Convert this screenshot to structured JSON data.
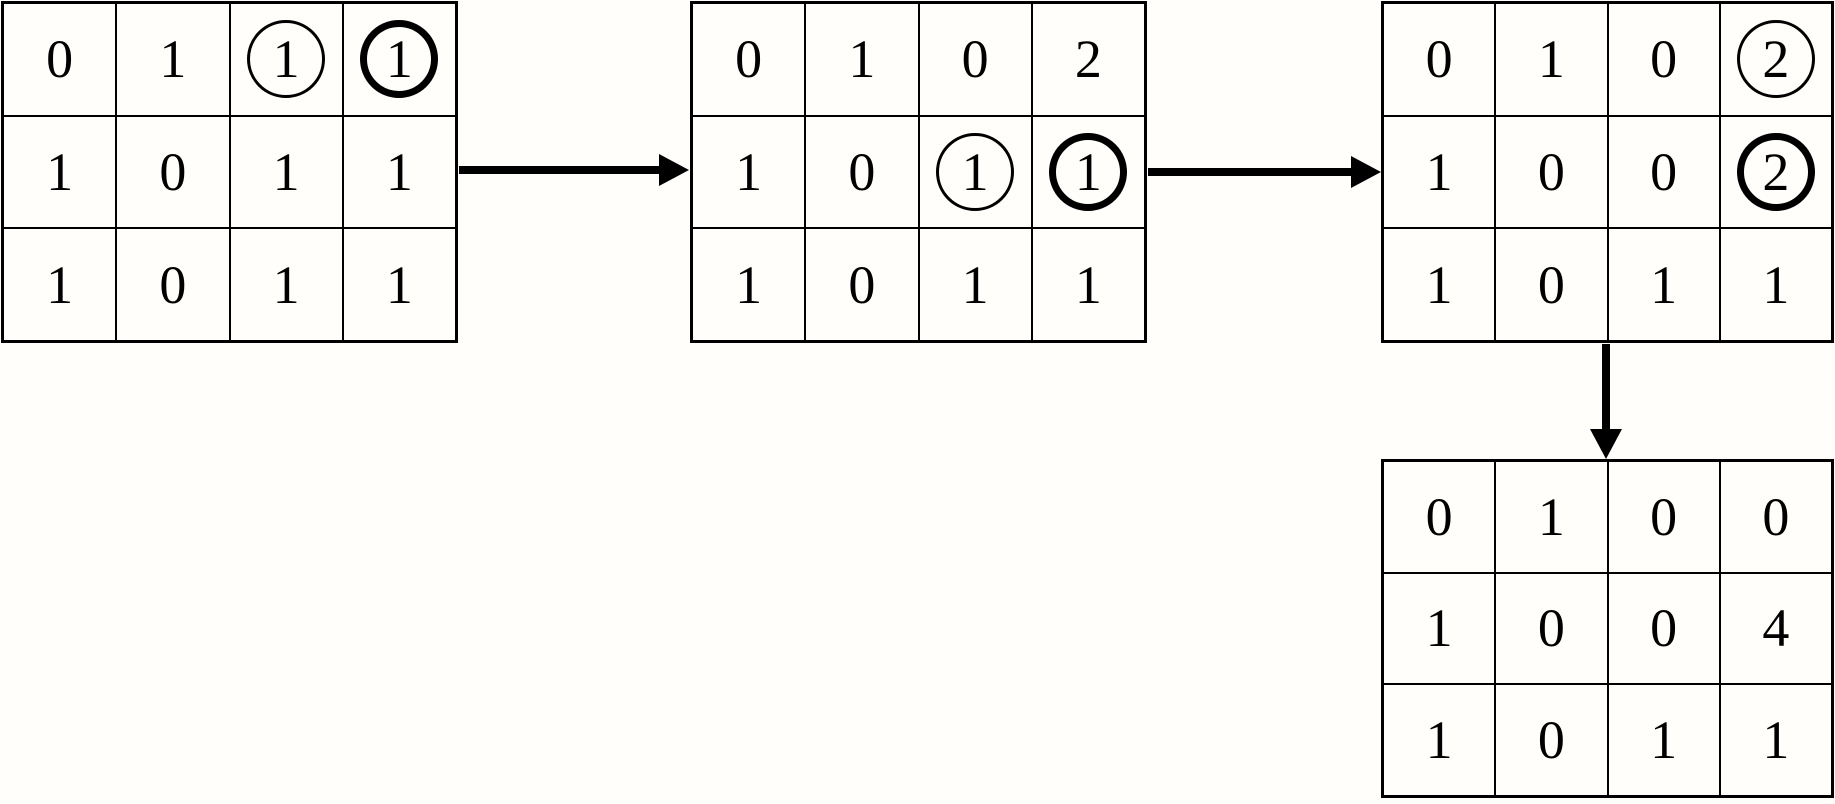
{
  "colors": {
    "ink": "#000000",
    "background": "#fffefb"
  },
  "grids": [
    {
      "cells": [
        {
          "v": "0"
        },
        {
          "v": "1"
        },
        {
          "v": "1",
          "circle": "thin"
        },
        {
          "v": "1",
          "circle": "bold"
        },
        {
          "v": "1"
        },
        {
          "v": "0"
        },
        {
          "v": "1"
        },
        {
          "v": "1"
        },
        {
          "v": "1"
        },
        {
          "v": "0"
        },
        {
          "v": "1"
        },
        {
          "v": "1"
        }
      ]
    },
    {
      "cells": [
        {
          "v": "0"
        },
        {
          "v": "1"
        },
        {
          "v": "0"
        },
        {
          "v": "2"
        },
        {
          "v": "1"
        },
        {
          "v": "0"
        },
        {
          "v": "1",
          "circle": "thin"
        },
        {
          "v": "1",
          "circle": "bold"
        },
        {
          "v": "1"
        },
        {
          "v": "0"
        },
        {
          "v": "1"
        },
        {
          "v": "1"
        }
      ]
    },
    {
      "cells": [
        {
          "v": "0"
        },
        {
          "v": "1"
        },
        {
          "v": "0"
        },
        {
          "v": "2",
          "circle": "thin"
        },
        {
          "v": "1"
        },
        {
          "v": "0"
        },
        {
          "v": "0"
        },
        {
          "v": "2",
          "circle": "bold"
        },
        {
          "v": "1"
        },
        {
          "v": "0"
        },
        {
          "v": "1"
        },
        {
          "v": "1"
        }
      ]
    },
    {
      "cells": [
        {
          "v": "0"
        },
        {
          "v": "1"
        },
        {
          "v": "0"
        },
        {
          "v": "0"
        },
        {
          "v": "1"
        },
        {
          "v": "0"
        },
        {
          "v": "0"
        },
        {
          "v": "4"
        },
        {
          "v": "1"
        },
        {
          "v": "0"
        },
        {
          "v": "1"
        },
        {
          "v": "1"
        }
      ]
    }
  ],
  "arrows": [
    {
      "name": "arrow-step1-to-step2",
      "direction": "right"
    },
    {
      "name": "arrow-step2-to-step3",
      "direction": "right"
    },
    {
      "name": "arrow-step3-to-step4",
      "direction": "down"
    }
  ]
}
